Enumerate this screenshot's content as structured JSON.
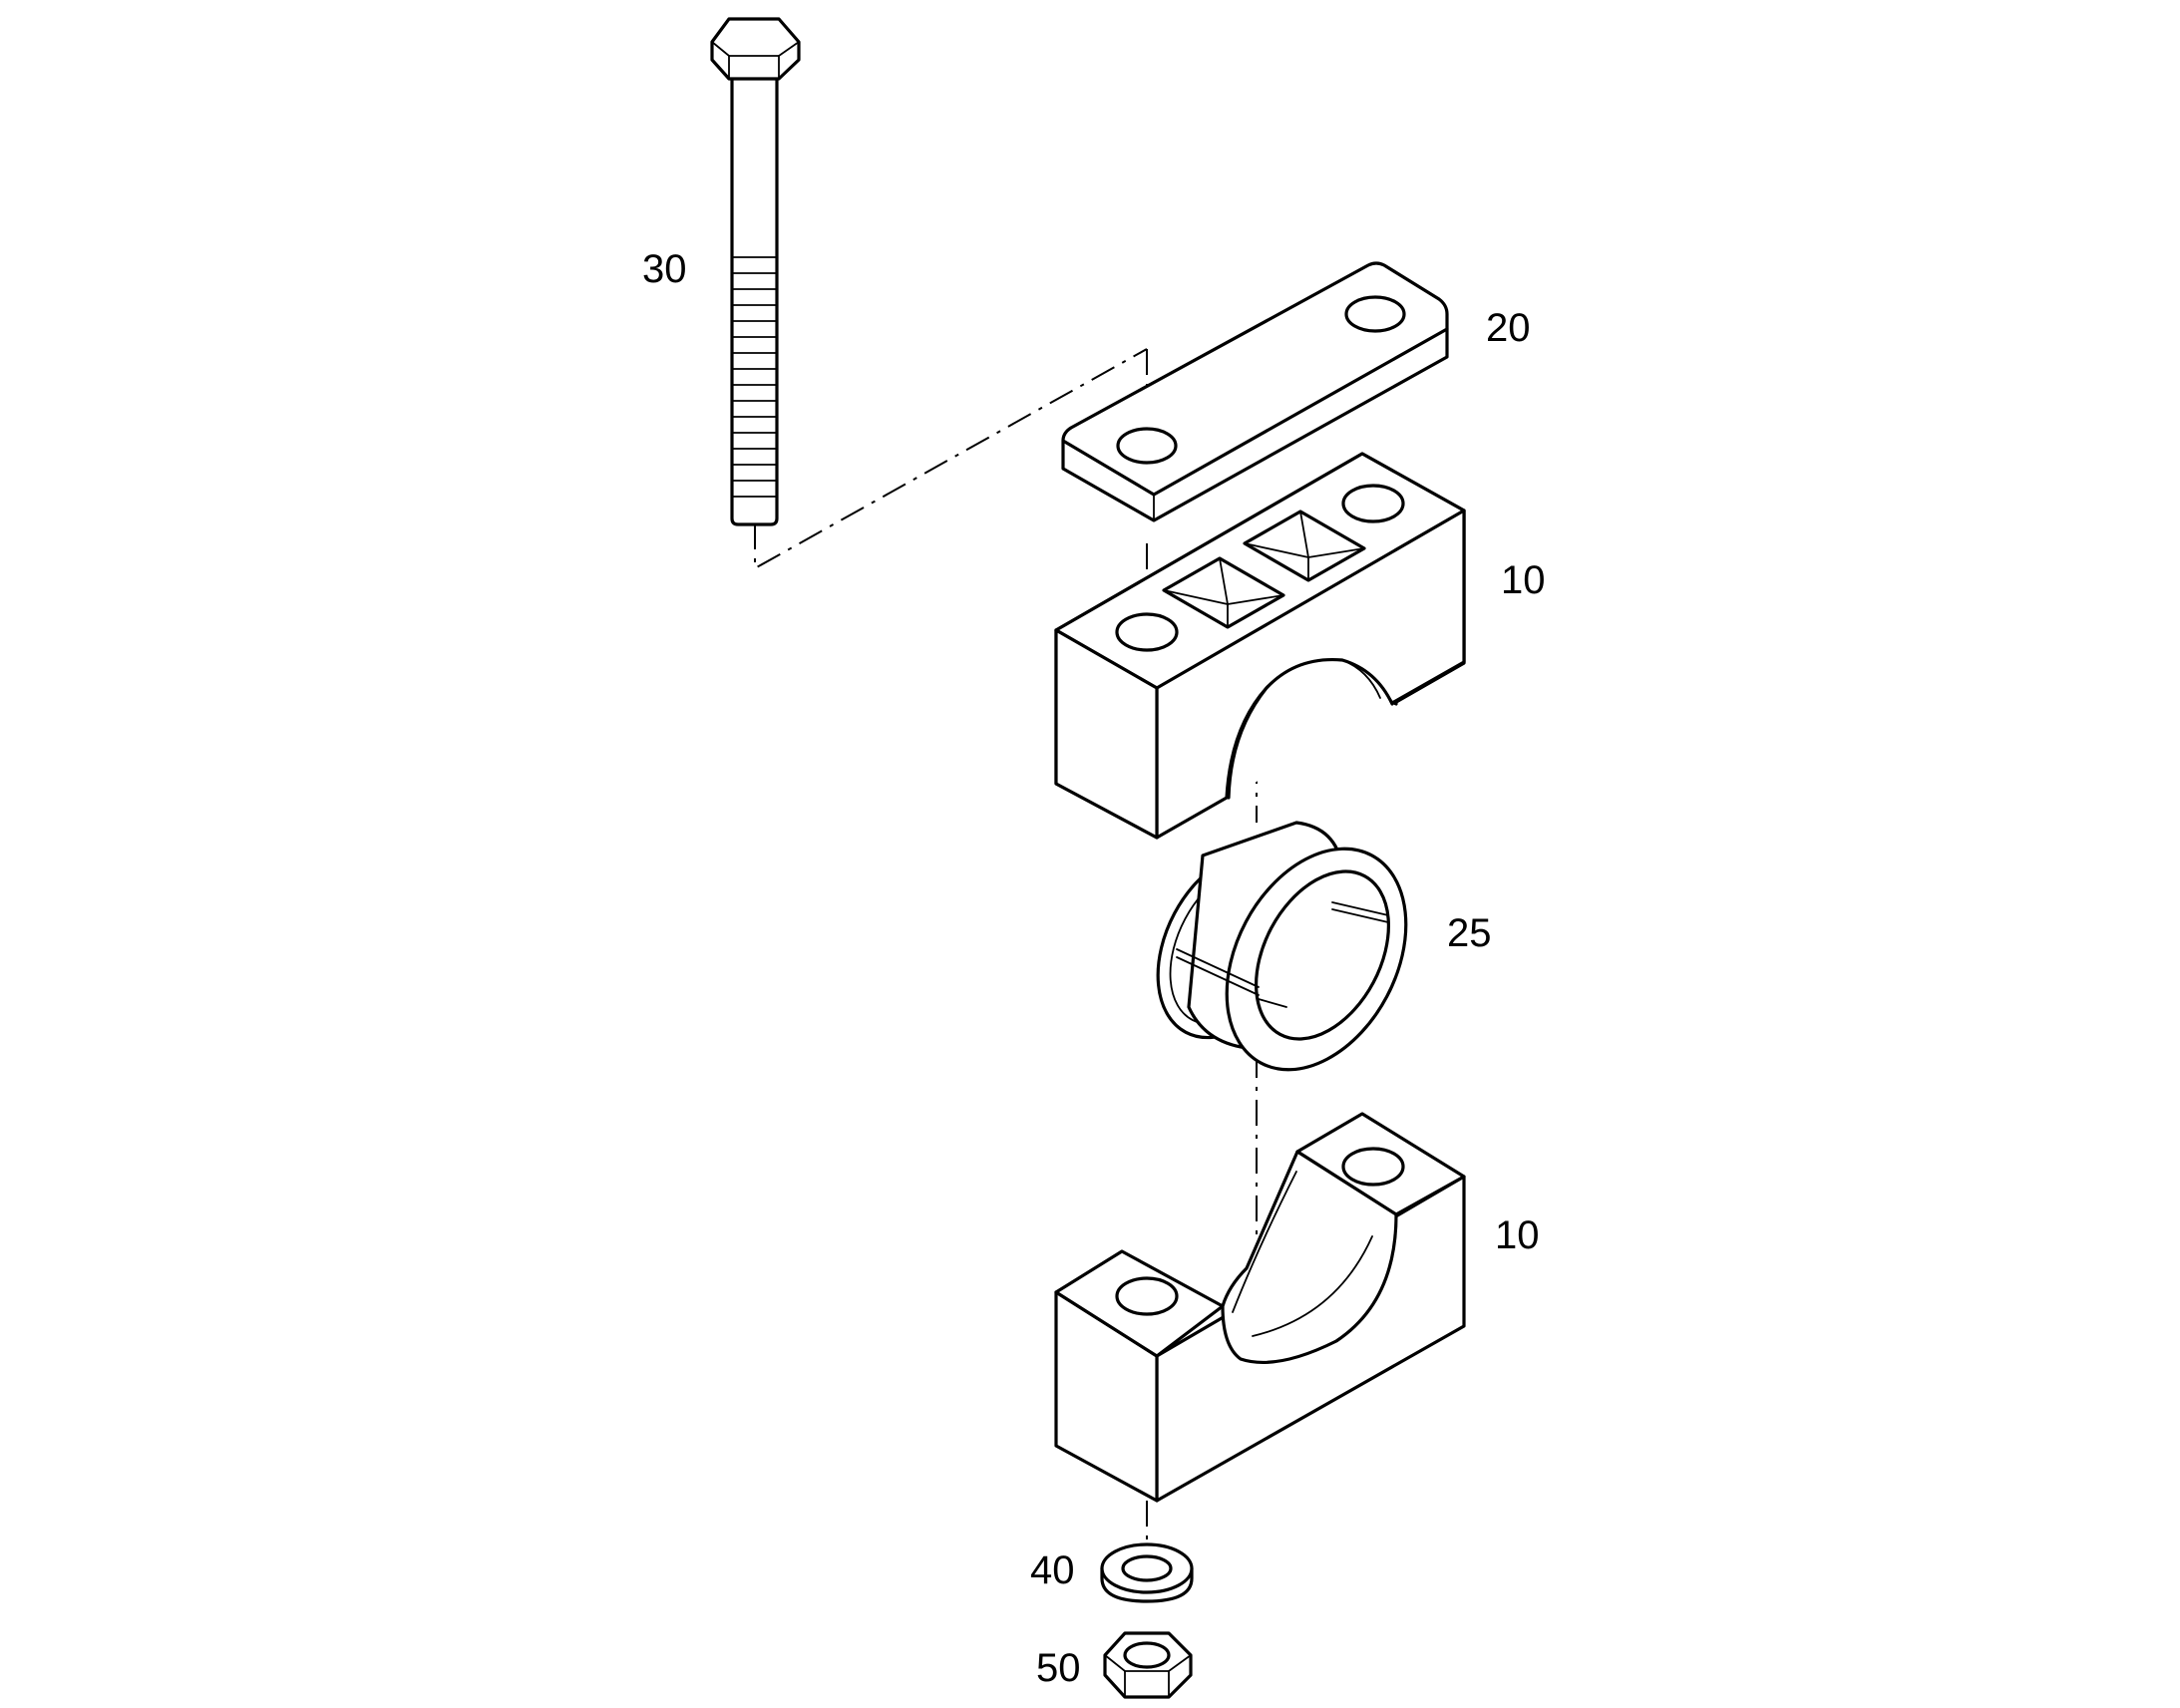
{
  "diagram": {
    "colors": {
      "line": "#000000",
      "background": "#ffffff"
    },
    "callouts": {
      "bolt": "30",
      "cover_plate": "20",
      "upper_clamp": "10",
      "bushing": "25",
      "lower_clamp": "10",
      "washer": "40",
      "nut": "50"
    }
  }
}
